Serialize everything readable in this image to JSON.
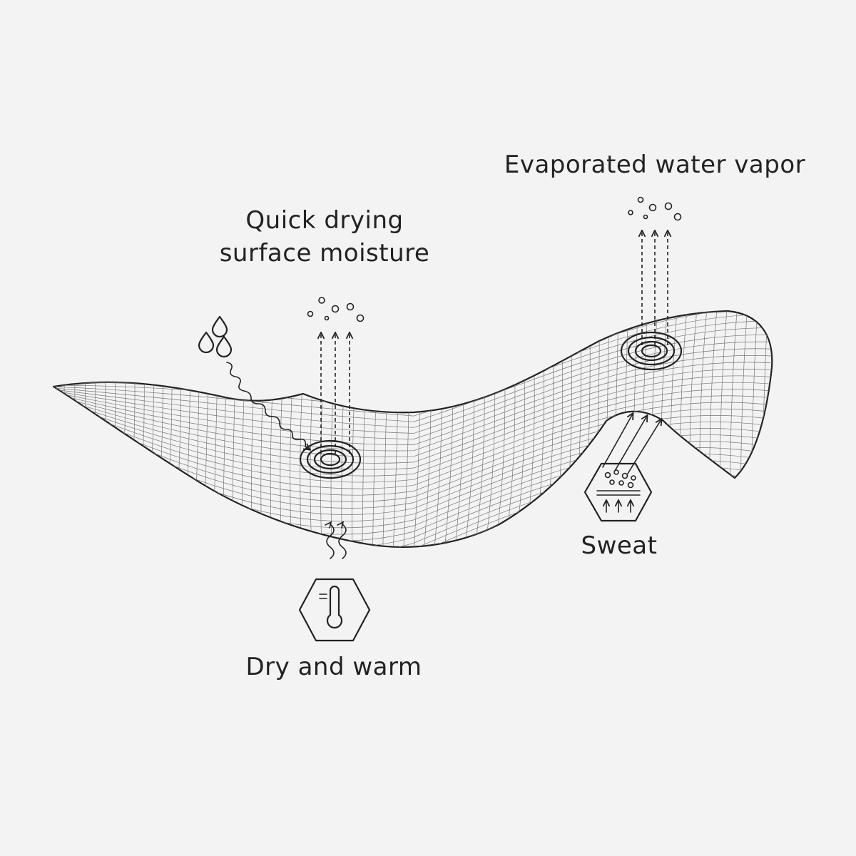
{
  "labels": {
    "evaporated": "Evaporated water vapor",
    "quick_line1": "Quick drying",
    "quick_line2": "surface moisture",
    "sweat": "Sweat",
    "dry": "Dry and warm"
  },
  "colors": {
    "background": "#f3f3f3",
    "line": "#222222",
    "mesh": "#777777"
  },
  "icons": [
    "water-drops-icon",
    "thermometer-icon",
    "sweat-icon",
    "bubbles-icon",
    "up-arrows-icon",
    "ripple-icon"
  ]
}
